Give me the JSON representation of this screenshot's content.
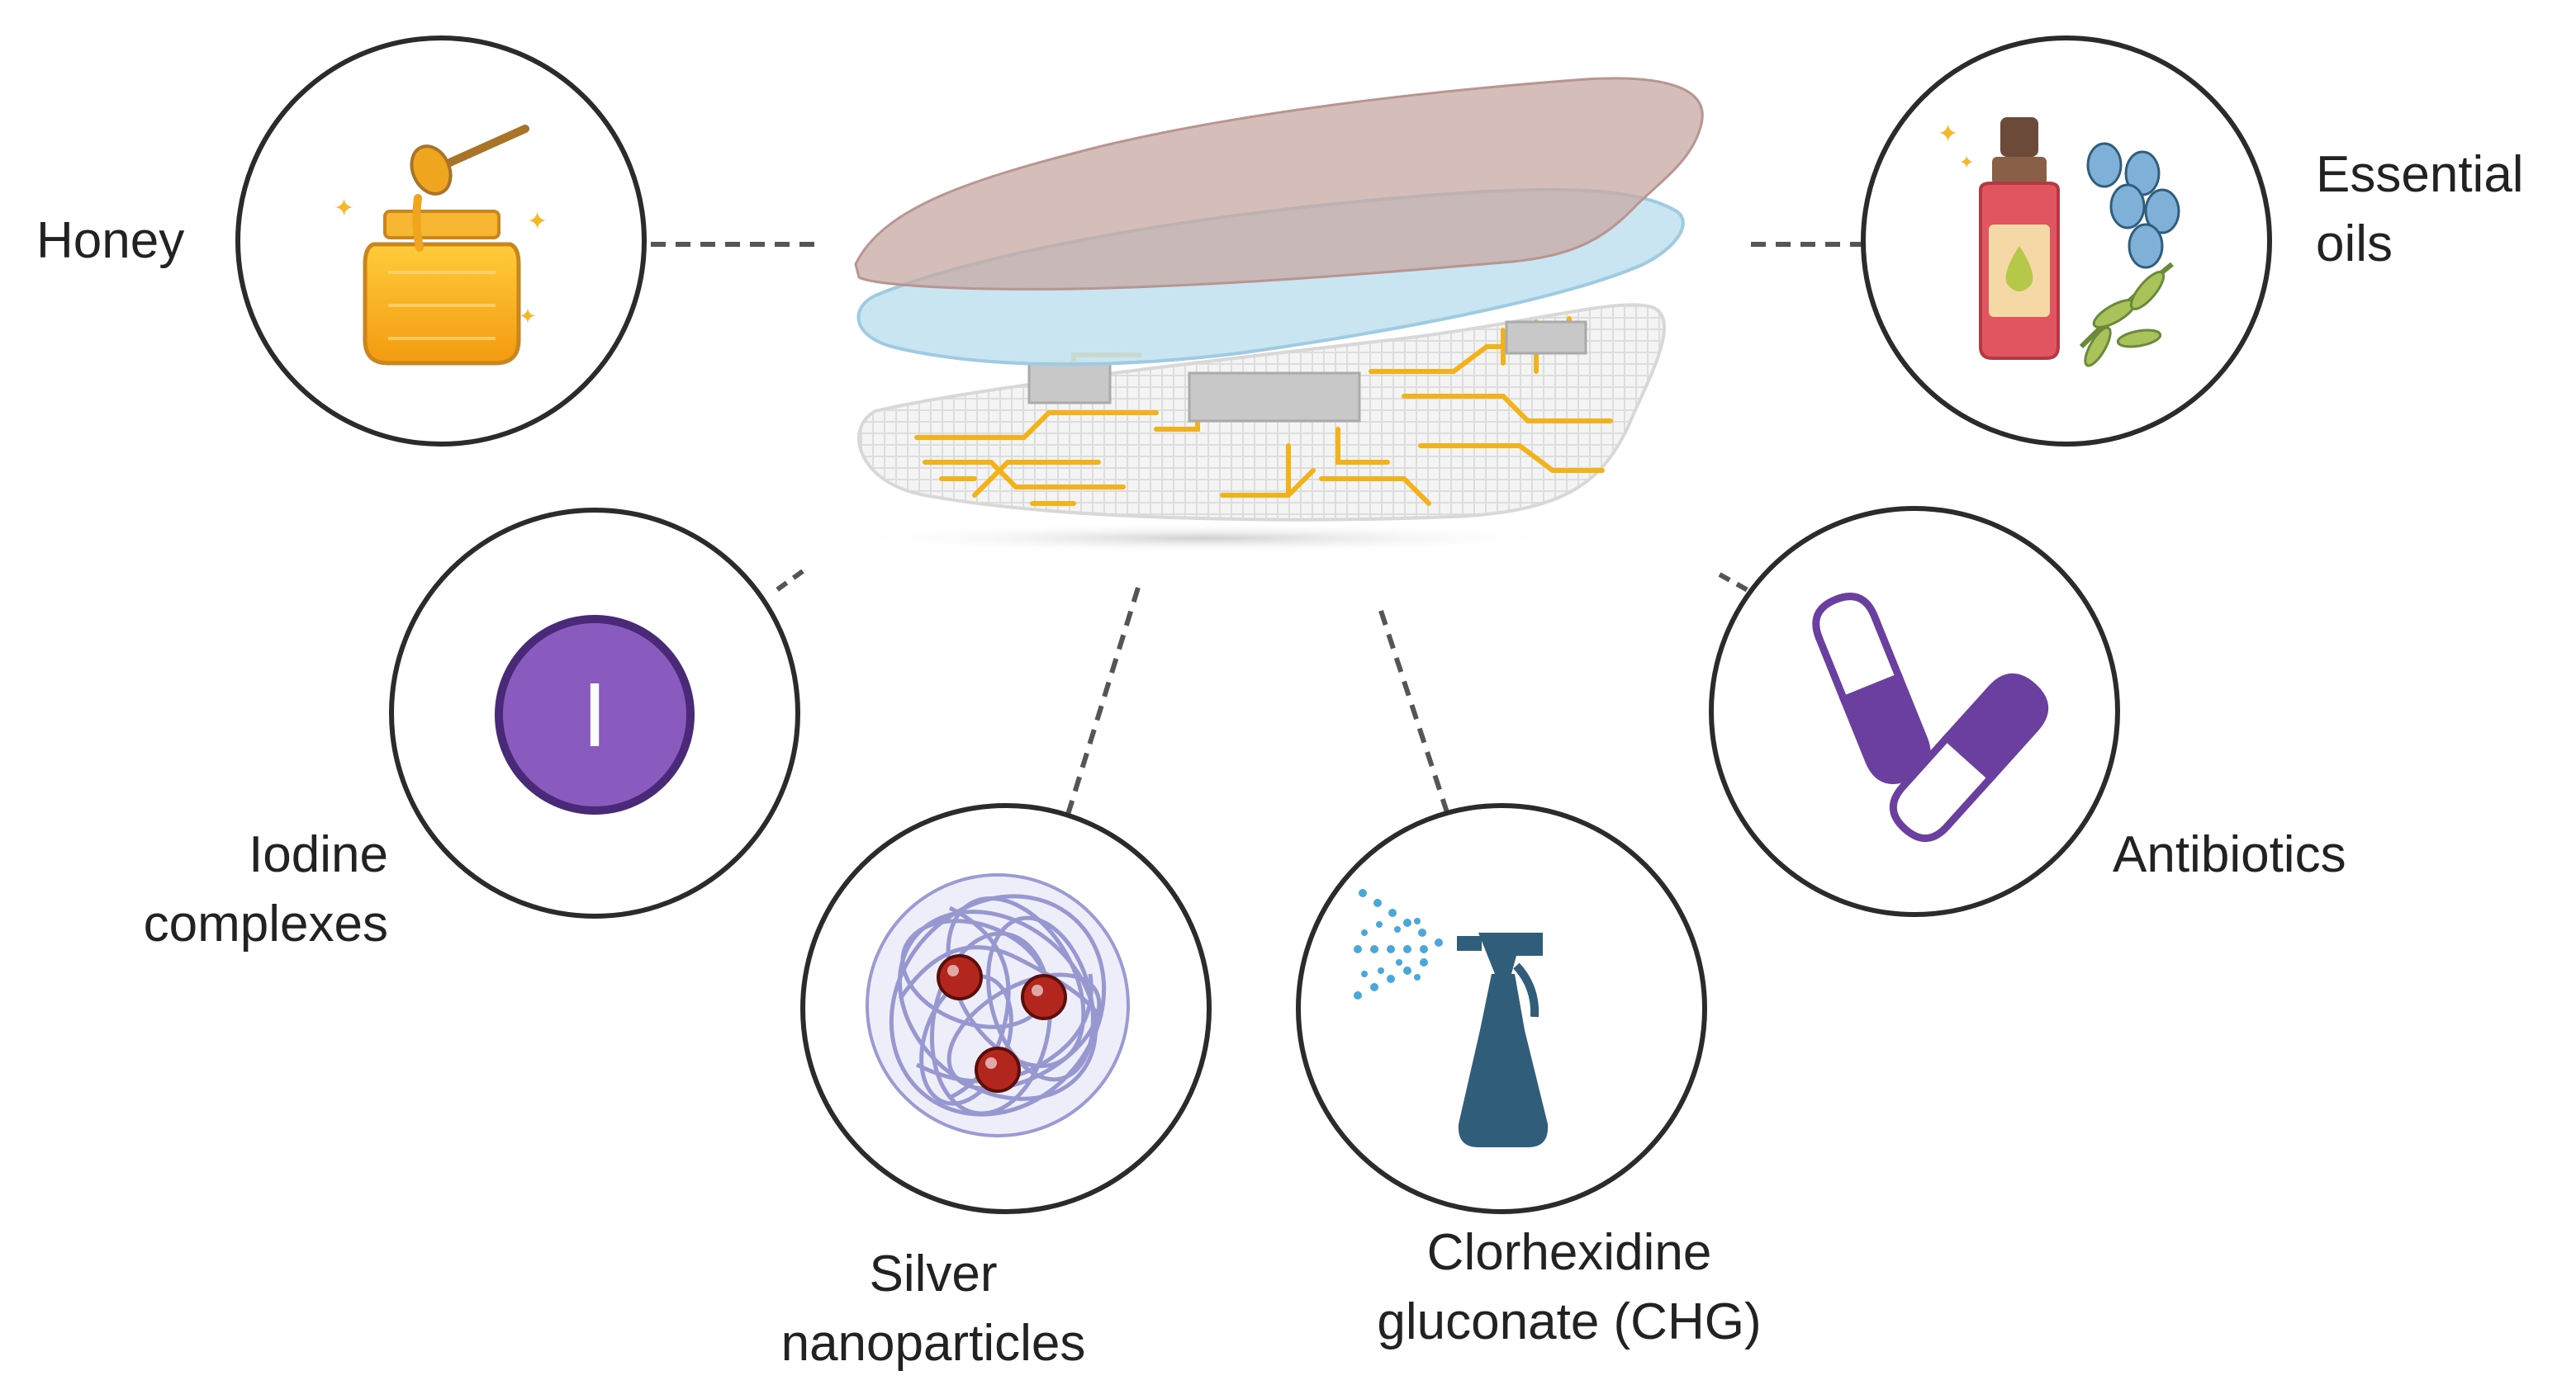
{
  "labels": {
    "honey": "Honey",
    "essential_oils": [
      "Essential",
      "oils"
    ],
    "iodine": [
      "Iodine",
      "complexes"
    ],
    "iodine_symbol": "I",
    "antibiotics": "Antibiotics",
    "silver": [
      "Silver",
      "nanoparticles"
    ],
    "chg": [
      "Clorhexidine",
      "gluconate (CHG)"
    ]
  },
  "colors": {
    "circle_stroke": "#2b2b2b",
    "connector": "#555555",
    "honey": "#f7a71b",
    "iodine_purple": "#8a5bbf",
    "pill_purple": "#6b3fa0",
    "bottle_red": "#e05560",
    "lavender_blue": "#7fb0d8",
    "nano_red": "#b3261e",
    "fiber_lavender": "#9b9bd4",
    "spray_teal": "#2f5d7a",
    "spray_mist": "#4aa8d8",
    "layer_top": "#c9a9a4",
    "layer_middle": "#bfe0f0",
    "circuit_gold": "#f3b21a"
  },
  "icons": [
    "honey-jar-icon",
    "essential-oil-bottle-icon",
    "iodine-icon",
    "capsules-icon",
    "silver-nanoparticle-icon",
    "spray-bottle-icon",
    "smart-bandage-layers"
  ]
}
